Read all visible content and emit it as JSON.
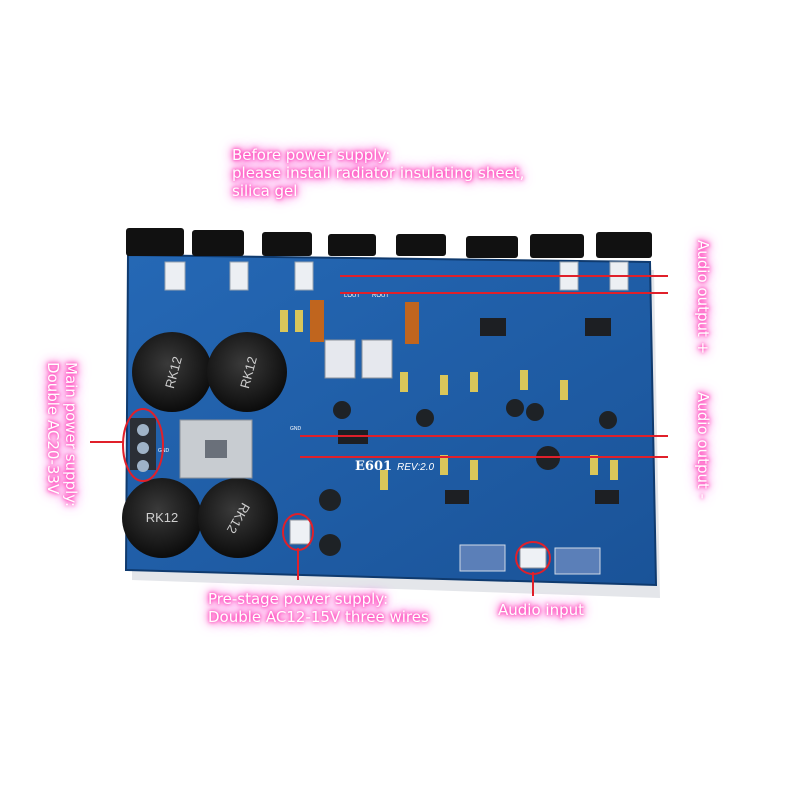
{
  "annotations": {
    "heatsink_note": [
      "Before power supply:",
      "please install radiator  insulating sheet,",
      "silica gel"
    ],
    "main_power": [
      "Main power supply:",
      "Double AC20-33V"
    ],
    "audio_out_plus": "Audio output +",
    "audio_out_minus": "Audio output -",
    "prestage_power": [
      "Pre-stage power supply:",
      "Double AC12-15V three wires"
    ],
    "audio_input": "Audio input"
  },
  "board": {
    "model": "E601",
    "revision": "REV:2.0",
    "capacitor_label": "RK12",
    "terminal_gnd": "GND",
    "lout": "LOUT",
    "rout": "ROUT"
  },
  "colors": {
    "pcb": "#1f5fa8",
    "pcb_dark": "#174c8c",
    "annotation_glow": "#ff2fb0",
    "pointer_line": "#e0202a"
  }
}
